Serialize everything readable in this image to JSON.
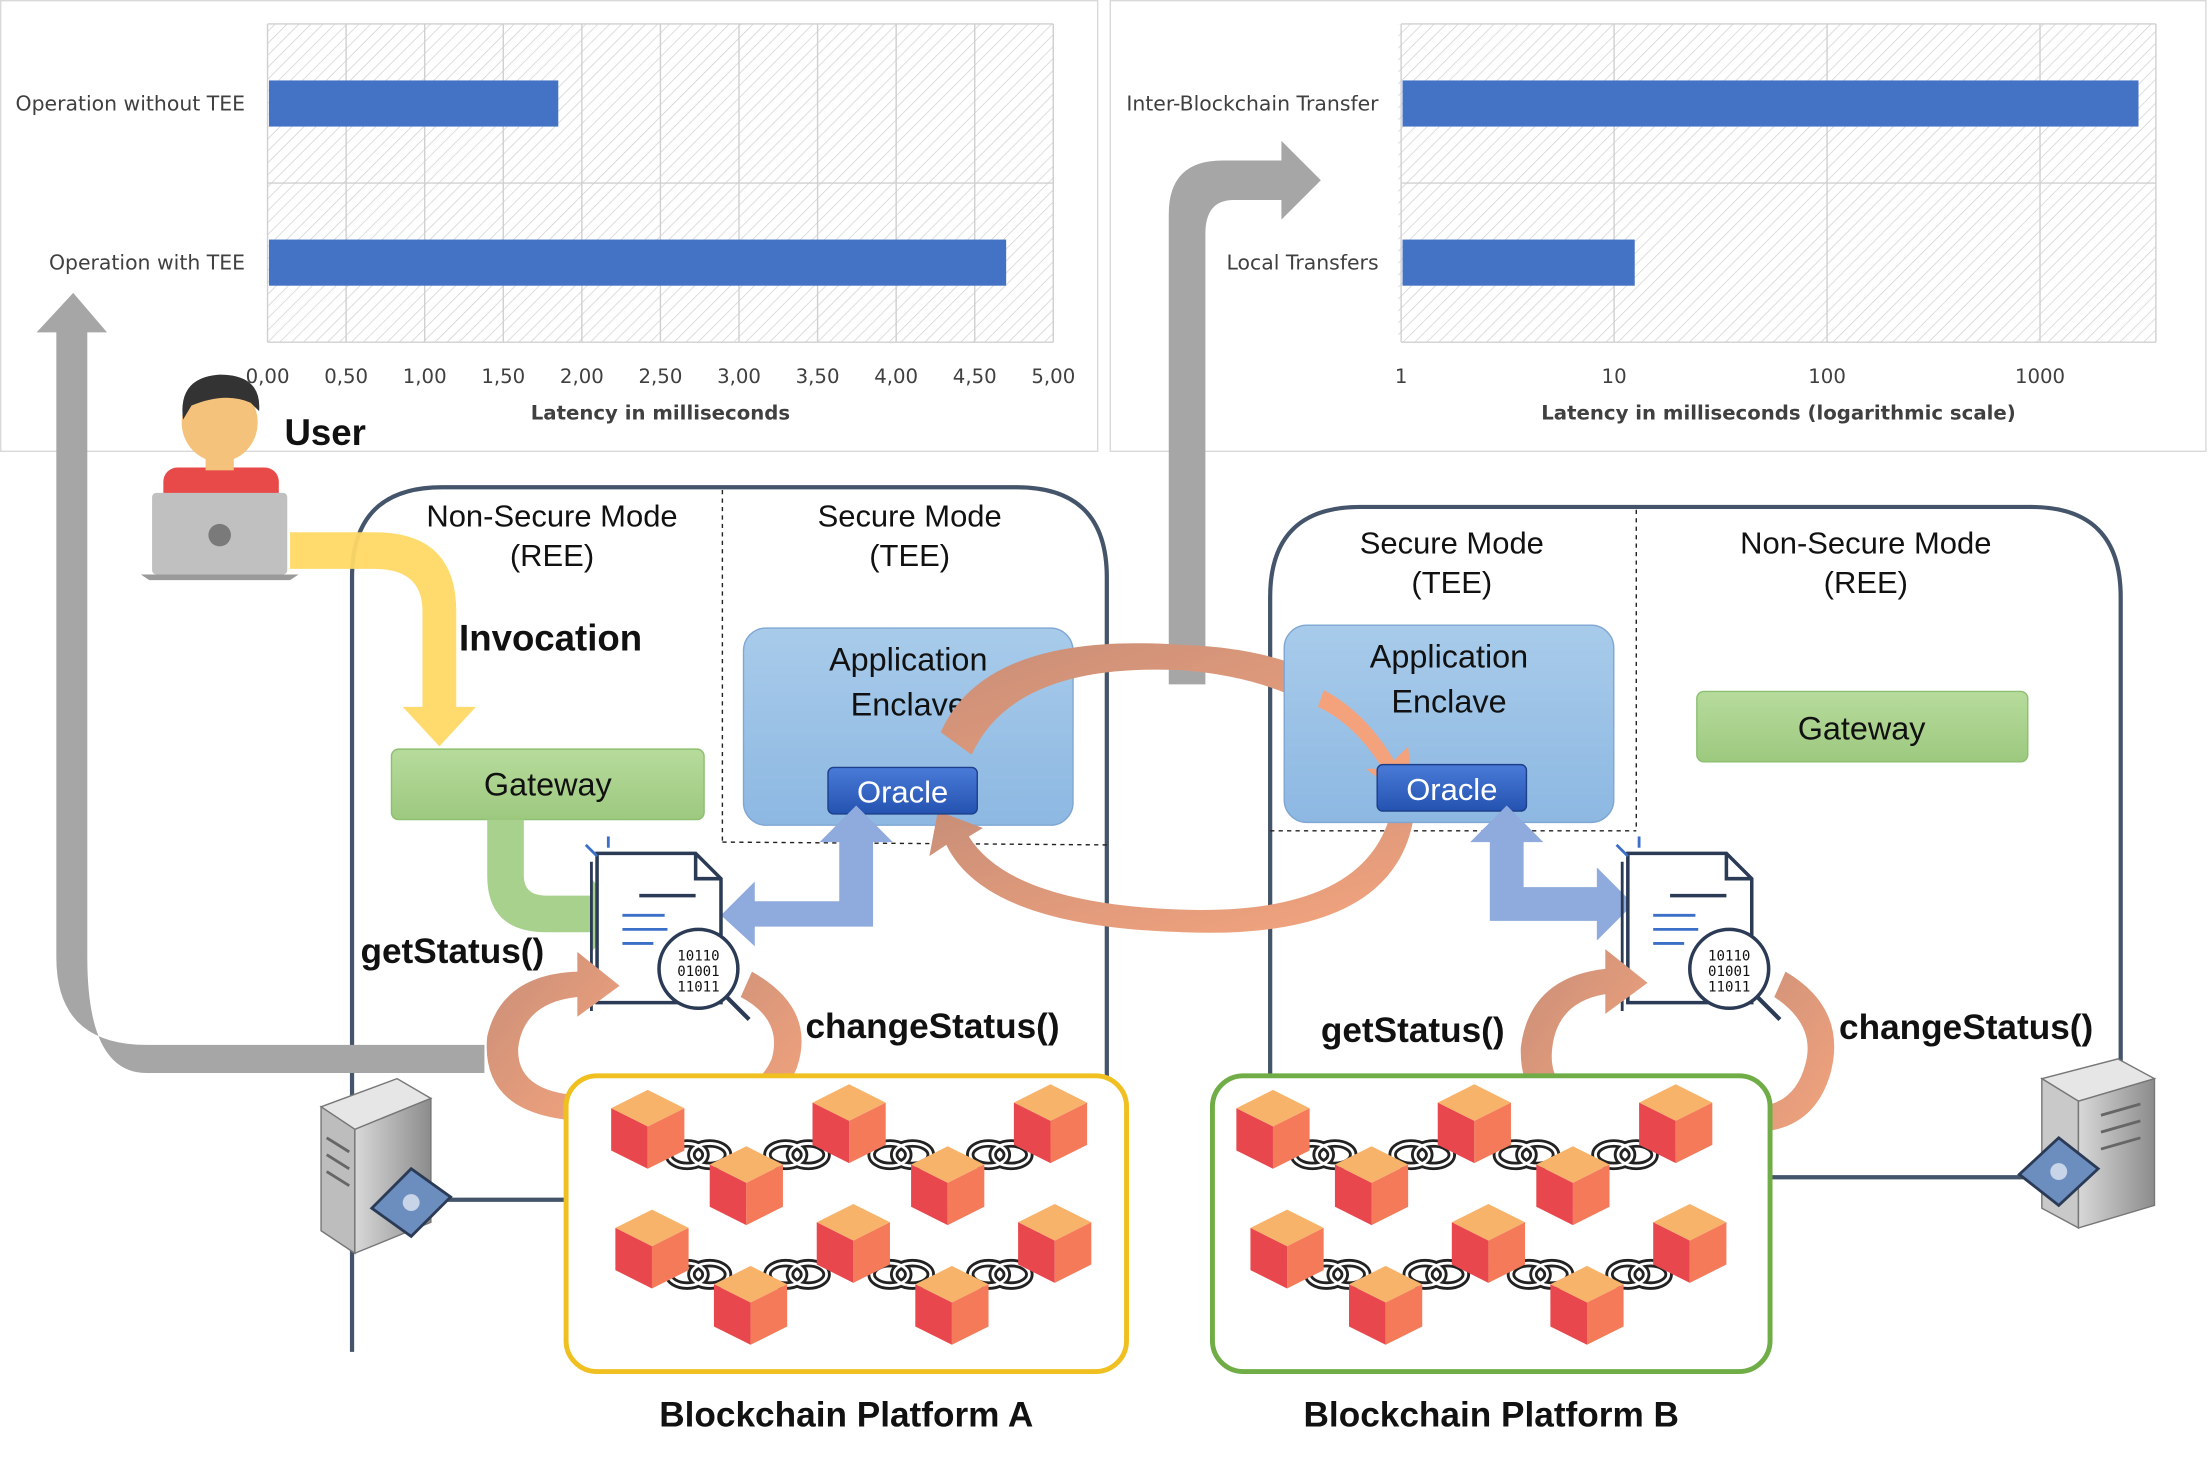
{
  "charts": {
    "left": {
      "type": "bar",
      "orientation": "horizontal",
      "categories": [
        "Operation without TEE",
        "Operation with TEE"
      ],
      "values": [
        1.85,
        4.7
      ],
      "xlim": [
        0,
        5
      ],
      "xticks": [
        "0,00",
        "0,50",
        "1,00",
        "1,50",
        "2,00",
        "2,50",
        "3,00",
        "3,50",
        "4,00",
        "4,50",
        "5,00"
      ],
      "xlabel": "Latency in milliseconds",
      "bar_color": "#4472C4"
    },
    "right": {
      "type": "bar",
      "orientation": "horizontal",
      "scale": "log",
      "categories": [
        "Inter-Blockchain Transfer",
        "Local Transfers"
      ],
      "values": [
        2900,
        12.5
      ],
      "xlim": [
        1,
        3500
      ],
      "xticks": [
        "1",
        "10",
        "100",
        "1000"
      ],
      "xlabel": "Latency in milliseconds (logarithmic scale)",
      "bar_color": "#4472C4"
    }
  },
  "chart_data": [
    {
      "type": "bar",
      "categories": [
        "Operation without TEE",
        "Operation with TEE"
      ],
      "values": [
        1.85,
        4.7
      ],
      "xlabel": "Latency in milliseconds",
      "xlim": [
        0,
        5
      ],
      "grid": true
    },
    {
      "type": "bar",
      "categories": [
        "Inter-Blockchain Transfer",
        "Local Transfers"
      ],
      "values": [
        2900,
        12.5
      ],
      "xlabel": "Latency in milliseconds (logarithmic scale)",
      "xscale": "log",
      "xlim": [
        1,
        3500
      ],
      "grid": true
    }
  ],
  "diagram": {
    "user_label": "User",
    "invocation_label": "Invocation",
    "left": {
      "nonsecure_line1": "Non-Secure Mode",
      "nonsecure_line2": "(REE)",
      "secure_line1": "Secure Mode",
      "secure_line2": "(TEE)",
      "app_line1": "Application",
      "app_line2": "Enclave",
      "oracle": "Oracle",
      "gateway": "Gateway",
      "get_status": "getStatus()",
      "change_status": "changeStatus()",
      "platform": "Blockchain Platform A"
    },
    "right": {
      "secure_line1": "Secure Mode",
      "secure_line2": "(TEE)",
      "nonsecure_line1": "Non-Secure Mode",
      "nonsecure_line2": "(REE)",
      "app_line1": "Application",
      "app_line2": "Enclave",
      "oracle": "Oracle",
      "gateway": "Gateway",
      "get_status": "getStatus()",
      "change_status": "changeStatus()",
      "platform": "Blockchain Platform B"
    },
    "contract_bits": [
      "10110",
      "01001",
      "11011"
    ],
    "colors": {
      "panel_border": "#44546A",
      "enclave_fill": "#9DC3E6",
      "oracle_fill": "#2F5FC4",
      "gateway_fill": "#A9D18E",
      "platform_a_border": "#F0C020",
      "platform_b_border": "#70AD47",
      "gray_arrow": "#A6A6A6",
      "yellow_arrow": "#FFD966",
      "green_arrow": "#A9D18E",
      "blue_arrow": "#8FAADC",
      "orange_arrow": "#F4B183",
      "cube_top": "#F8B36A",
      "cube_left": "#E8484D",
      "cube_right": "#F47A5A"
    }
  }
}
